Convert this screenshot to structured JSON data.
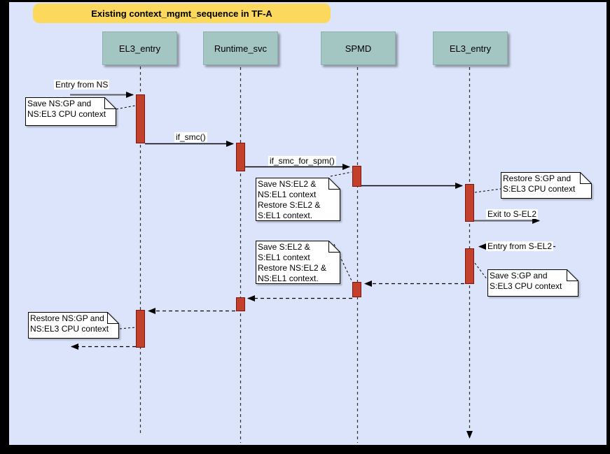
{
  "title": {
    "label": "Existing context_mgmt_sequence in TF-A"
  },
  "participants": [
    {
      "label": "EL3_entry"
    },
    {
      "label": "Runtime_svc"
    },
    {
      "label": "SPMD"
    },
    {
      "label": "EL3_entry"
    }
  ],
  "messages": [
    {
      "label": "Entry from NS",
      "from": "external-NS",
      "to": "EL3_entry",
      "style": "solid"
    },
    {
      "label": "if_smc()",
      "from": "EL3_entry",
      "to": "Runtime_svc",
      "style": "solid"
    },
    {
      "label": "if_smc_for_spm()",
      "from": "Runtime_svc",
      "to": "SPMD",
      "style": "solid"
    },
    {
      "label": "",
      "from": "SPMD",
      "to": "EL3_entry",
      "style": "solid"
    },
    {
      "label": "Exit to S-EL2",
      "from": "EL3_entry",
      "to": "external-S-EL2",
      "style": "solid"
    },
    {
      "label": "Entry from S-EL2",
      "from": "external-S-EL2",
      "to": "EL3_entry",
      "style": "dashed"
    },
    {
      "label": "",
      "from": "EL3_entry",
      "to": "SPMD",
      "style": "dashed"
    },
    {
      "label": "",
      "from": "SPMD",
      "to": "Runtime_svc",
      "style": "dashed"
    },
    {
      "label": "",
      "from": "Runtime_svc",
      "to": "EL3_entry",
      "style": "dashed"
    },
    {
      "label": "",
      "from": "EL3_entry",
      "to": "external-NS",
      "style": "dashed"
    }
  ],
  "notes": [
    {
      "text": "Save NS:GP and\nNS:EL3 CPU context"
    },
    {
      "text": "Save NS:EL2 &\nNS:EL1 context\nRestore S:EL2 &\nS:EL1 context."
    },
    {
      "text": "Restore S:GP and\nS:EL3 CPU context"
    },
    {
      "text": "Save S:GP and\nS:EL3 CPU context"
    },
    {
      "text": "Save S:EL2 &\nS:EL1 context\nRestore NS:EL2 &\nNS:EL1 context."
    },
    {
      "text": "Restore NS:GP and\nNS:EL3 CPU context"
    }
  ],
  "colors": {
    "page_frame": "#000000",
    "background": "#dbe4fa",
    "banner": "#fcd95c",
    "participant_fill": "#a4c6c3",
    "activation_fill": "#c3402c",
    "activation_stroke": "#7c150a",
    "note_fill": "#ffffff",
    "line_black": "#000000",
    "line_gray": "#5c5c5c"
  }
}
